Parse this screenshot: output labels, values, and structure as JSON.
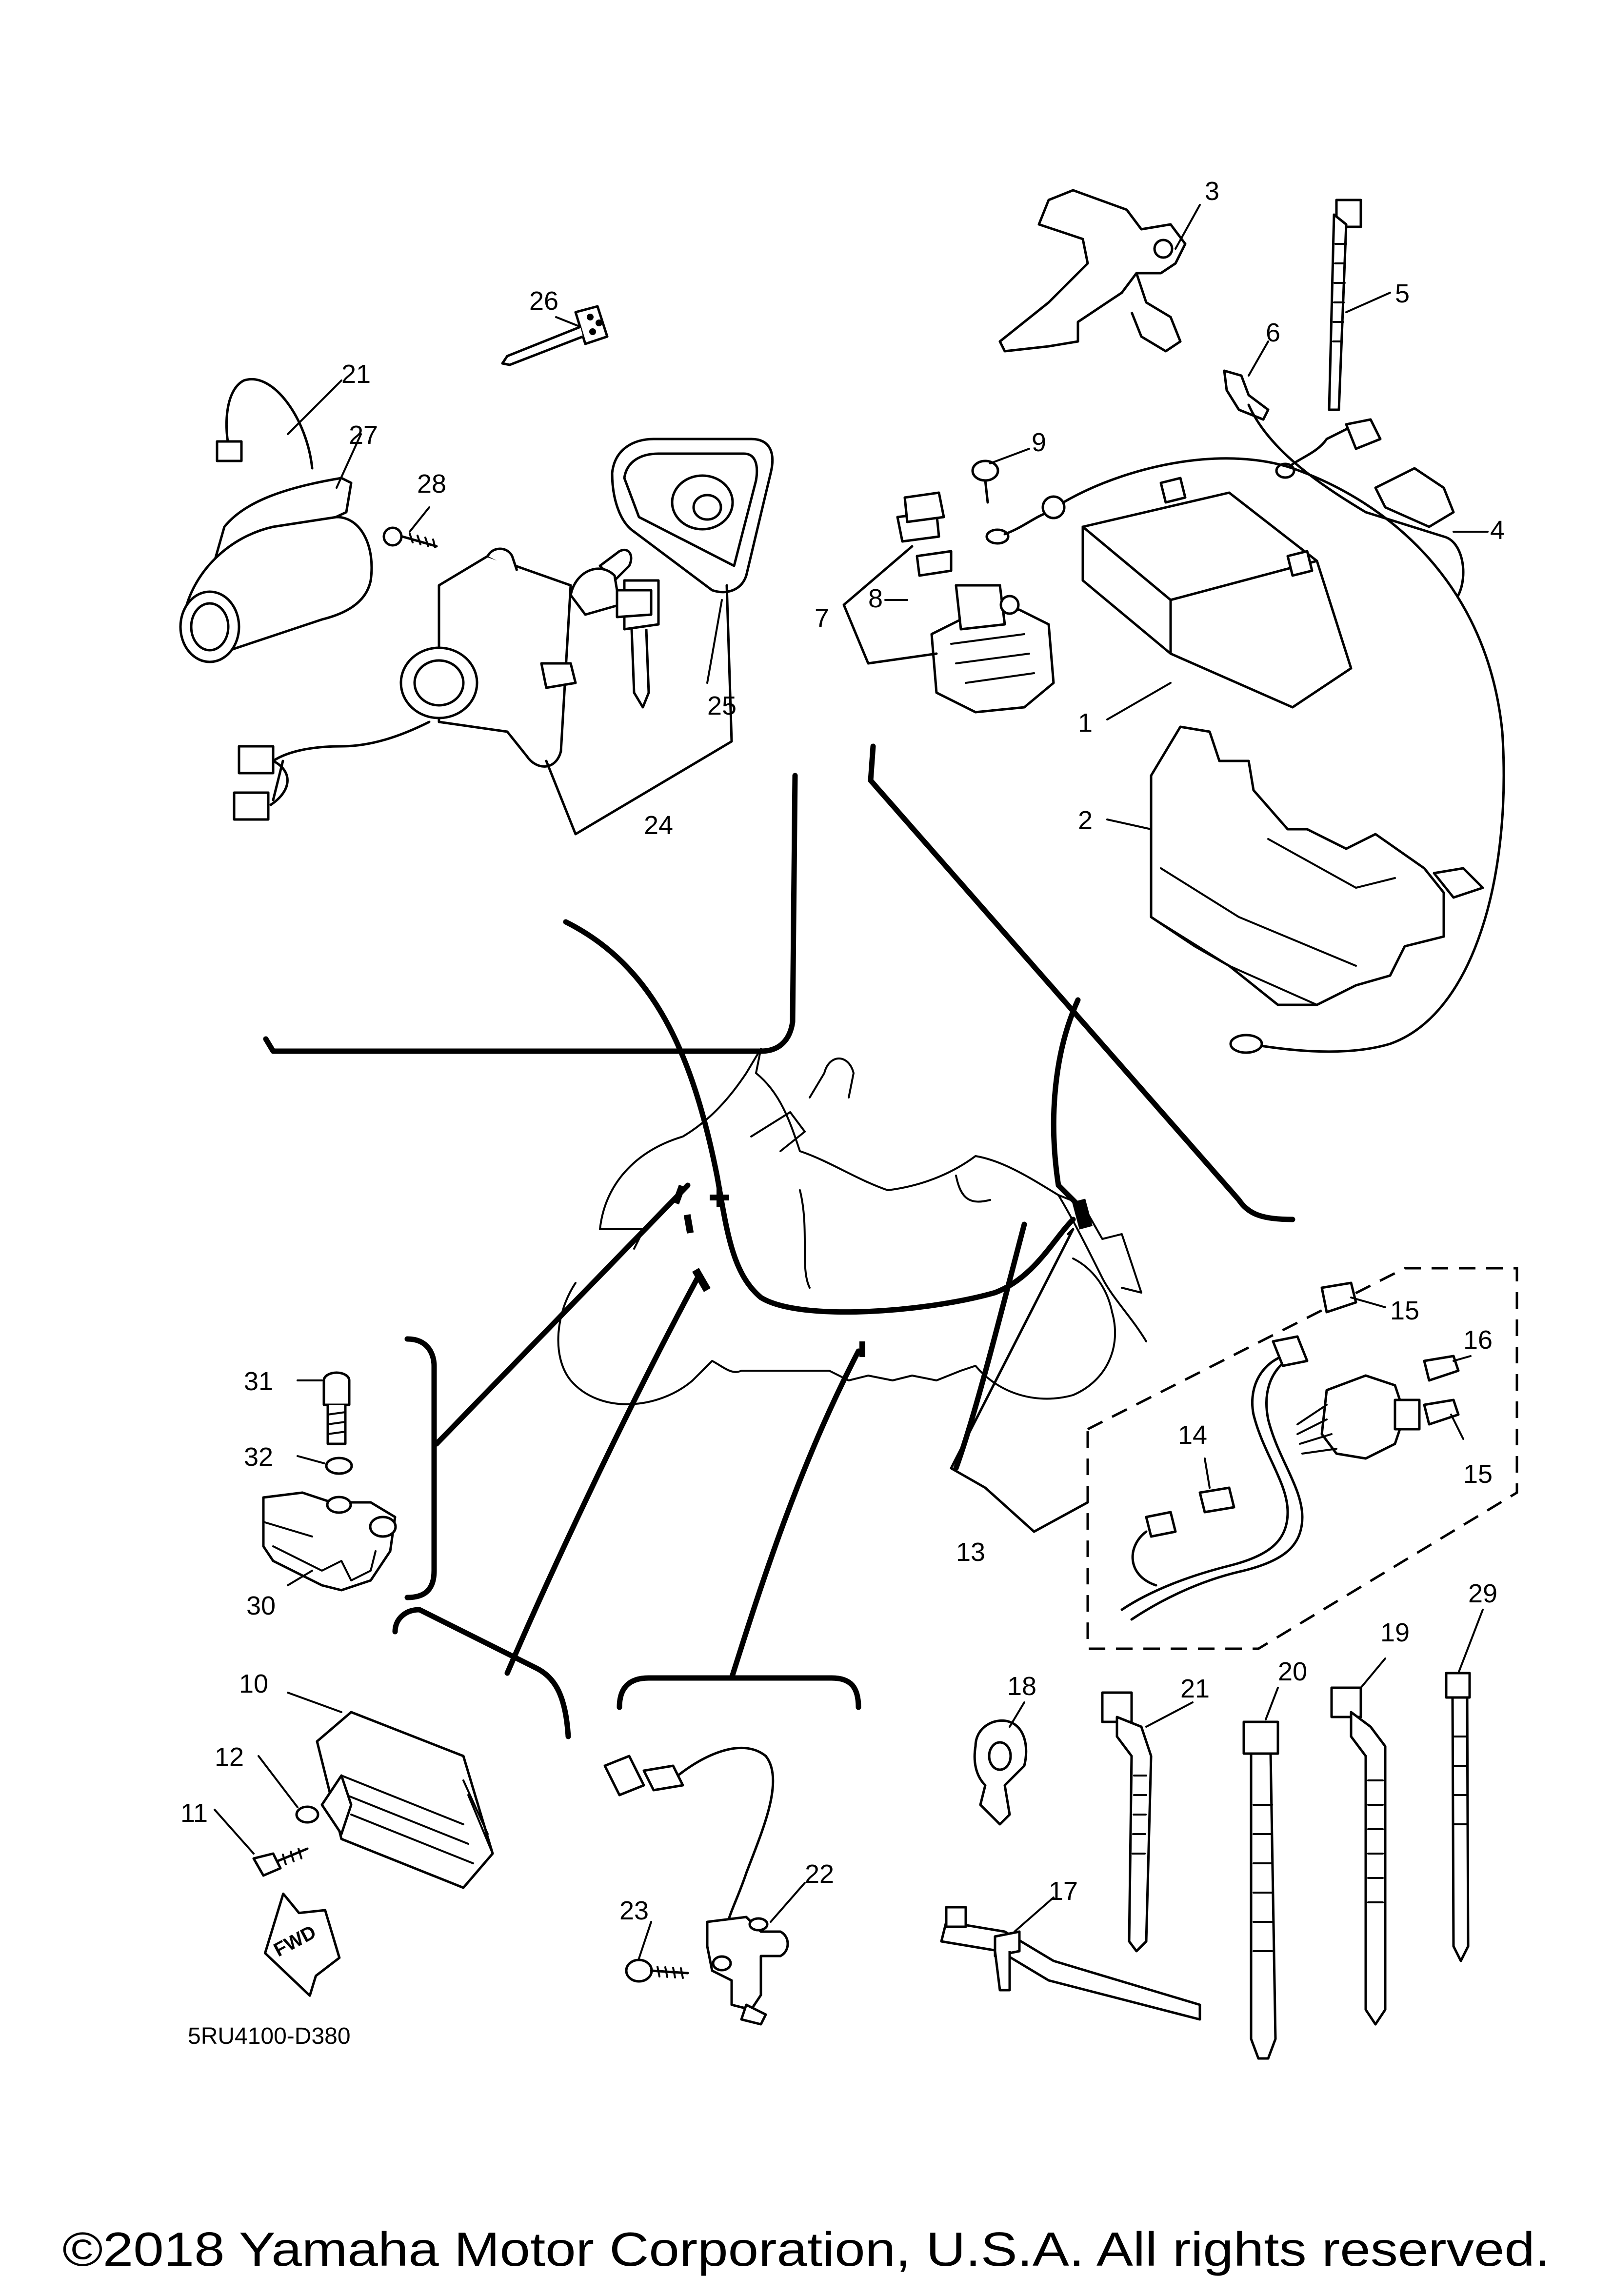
{
  "diagram": {
    "code": "5RU4100-D380",
    "copyright": "©2018 Yamaha Motor Corporation, U.S.A. All rights reserved.",
    "fwd_label": "FWD",
    "callouts": {
      "c1": "1",
      "c2": "2",
      "c3": "3",
      "c4": "4",
      "c5": "5",
      "c6": "6",
      "c7": "7",
      "c8": "8",
      "c9": "9",
      "c10": "10",
      "c11": "11",
      "c12": "12",
      "c13": "13",
      "c14": "14",
      "c15a": "15",
      "c15b": "15",
      "c16": "16",
      "c17": "17",
      "c18": "18",
      "c19": "19",
      "c20": "20",
      "c21a": "21",
      "c21b": "21",
      "c22": "22",
      "c23": "23",
      "c24": "24",
      "c25": "25",
      "c26": "26",
      "c27": "27",
      "c28": "28",
      "c29": "29",
      "c30": "30",
      "c31": "31",
      "c32": "32"
    }
  }
}
